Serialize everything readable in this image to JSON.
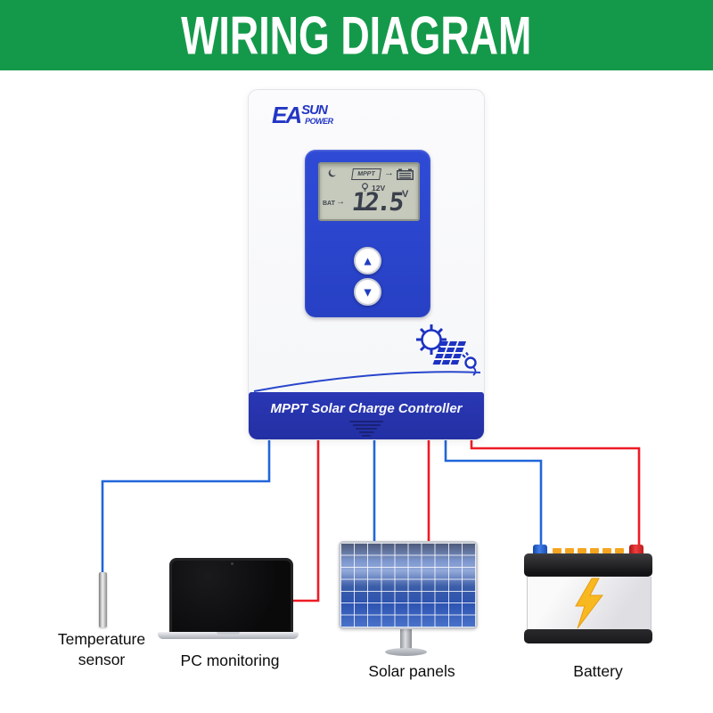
{
  "banner": {
    "title": "WIRING DIAGRAM"
  },
  "controller": {
    "brand": {
      "ea": "EA",
      "sun": "SUN",
      "power": "POWER"
    },
    "lcd": {
      "mppt_label": "MPPT",
      "flow_arrow": "→",
      "bulb_voltage": "12V",
      "bat_label": "BAT",
      "bat_arrow": "→",
      "voltage_value": "12.5",
      "voltage_unit": "V"
    },
    "buttons": {
      "up_glyph": "▲",
      "down_glyph": "▼"
    },
    "footer": {
      "bold": "MPPT",
      "rest": " Solar Charge Controller"
    }
  },
  "labels": {
    "temperature_line1": "Temperature",
    "temperature_line2": "sensor",
    "pc": "PC monitoring",
    "solar": "Solar panels",
    "battery": "Battery"
  },
  "colors": {
    "banner_green": "#14994a",
    "brand_blue": "#2236c4",
    "panel_blue": "#2b46cf",
    "footer_blue": "#2531a8",
    "wire_negative_blue": "#2166d9",
    "wire_positive_red": "#ee1c25",
    "accent_graphic_blue": "#1d33c2",
    "lcd_bg": "#c6cabc",
    "lcd_segment": "#3f4450"
  }
}
